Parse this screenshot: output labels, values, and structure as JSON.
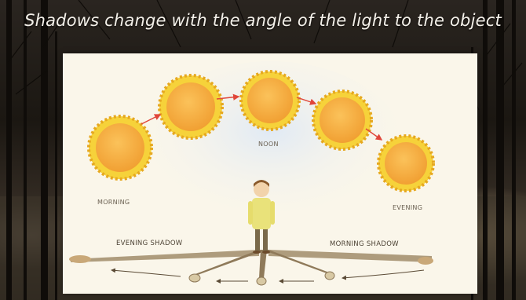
{
  "slide": {
    "title": "Shadows change with the angle of the light to the object"
  },
  "diagram": {
    "sun_positions": [
      {
        "label": "MORNING"
      },
      {
        "label": ""
      },
      {
        "label": "NOON"
      },
      {
        "label": ""
      },
      {
        "label": "EVENING"
      }
    ],
    "shadow_labels": {
      "evening": "EVENING SHADOW",
      "morning": "MORNING SHADOW"
    },
    "colors": {
      "sun_fill": "#f7b43a",
      "sun_rays": "#f3c22c",
      "arrow": "#e0463a",
      "shadow": "#a08c6a",
      "paper": "#faf6ea"
    }
  }
}
